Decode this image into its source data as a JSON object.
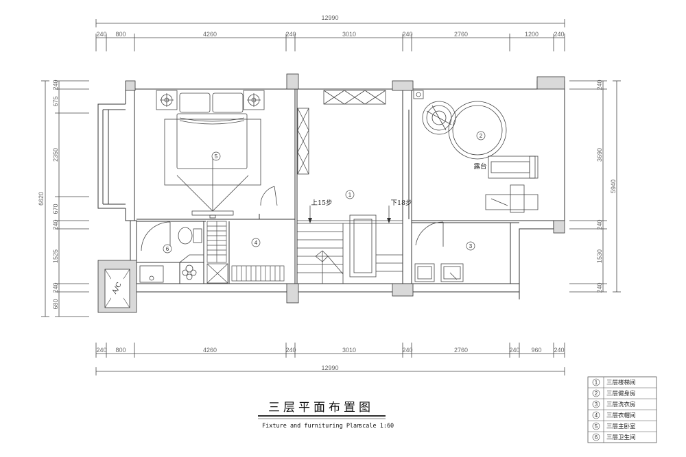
{
  "dimensions": {
    "top_total": "12990",
    "top_segments": [
      "240",
      "800",
      "4260",
      "240",
      "3010",
      "240",
      "2760",
      "1200",
      "240"
    ],
    "bottom_segments": [
      "240",
      "800",
      "4260",
      "240",
      "3010",
      "240",
      "2760",
      "240",
      "960",
      "240"
    ],
    "bottom_total": "12990",
    "left_total": "6620",
    "left_segments": [
      "240",
      "675",
      "2350",
      "670",
      "240",
      "1525",
      "240",
      "680"
    ],
    "right_segments": [
      "240",
      "3690",
      "240",
      "1530",
      "240"
    ],
    "right_total": "5940"
  },
  "labels": {
    "terrace": "露台",
    "stair_up": "上15步",
    "stair_down": "下18步",
    "ac": "A/C"
  },
  "room_numbers": [
    "1",
    "2",
    "3",
    "4",
    "5",
    "6"
  ],
  "title": {
    "chinese": "三层平面布置图",
    "english": "Fixture and furnituring Plan",
    "scale": "scale 1:60"
  },
  "legend": [
    {
      "num": "1",
      "name": "三层楼梯间"
    },
    {
      "num": "2",
      "name": "三层健身房"
    },
    {
      "num": "3",
      "name": "三层洗衣房"
    },
    {
      "num": "4",
      "name": "三层衣帽间"
    },
    {
      "num": "5",
      "name": "三层主卧室"
    },
    {
      "num": "6",
      "name": "三层卫生间"
    }
  ]
}
